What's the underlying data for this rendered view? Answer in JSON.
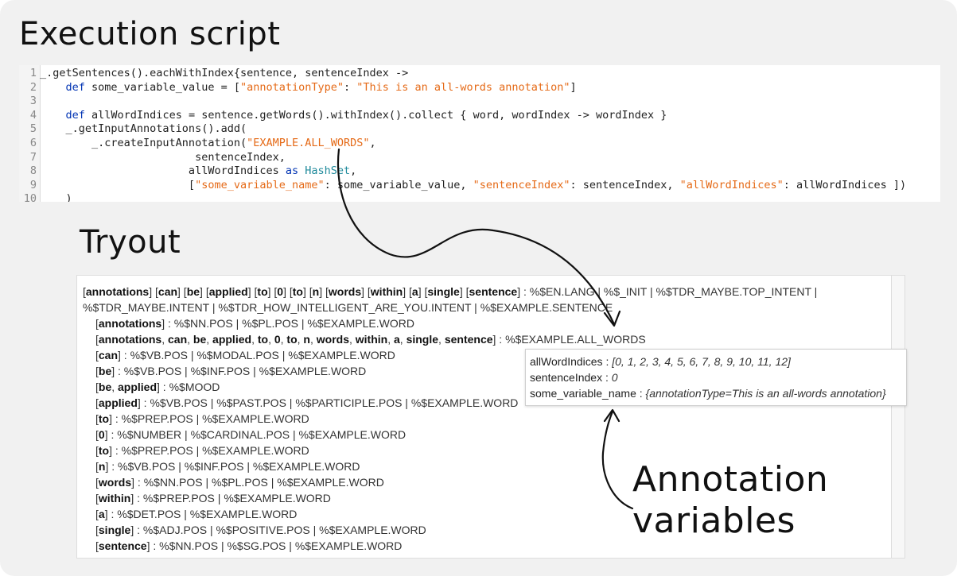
{
  "titles": {
    "execution": "Execution script",
    "tryout": "Tryout",
    "annotation_line1": "Annotation",
    "annotation_line2": "variables"
  },
  "code": {
    "line_numbers": [
      "1",
      "2",
      "3",
      "4",
      "5",
      "6",
      "7",
      "8",
      "9",
      "10"
    ],
    "lines": [
      [
        {
          "t": "_.getSentences().eachWithIndex{sentence, sentenceIndex ->",
          "c": ""
        }
      ],
      [
        {
          "t": "    ",
          "c": ""
        },
        {
          "t": "def",
          "c": "kw"
        },
        {
          "t": " some_variable_value = [",
          "c": ""
        },
        {
          "t": "\"annotationType\"",
          "c": "str"
        },
        {
          "t": ": ",
          "c": ""
        },
        {
          "t": "\"This is an all-words annotation\"",
          "c": "str"
        },
        {
          "t": "]",
          "c": ""
        }
      ],
      [
        {
          "t": "",
          "c": ""
        }
      ],
      [
        {
          "t": "    ",
          "c": ""
        },
        {
          "t": "def",
          "c": "kw"
        },
        {
          "t": " allWordIndices = sentence.getWords().withIndex().collect { word, wordIndex -> wordIndex }",
          "c": ""
        }
      ],
      [
        {
          "t": "    _.getInputAnnotations().add(",
          "c": ""
        }
      ],
      [
        {
          "t": "        _.createInputAnnotation(",
          "c": ""
        },
        {
          "t": "\"EXAMPLE.ALL_WORDS\"",
          "c": "str"
        },
        {
          "t": ",",
          "c": ""
        }
      ],
      [
        {
          "t": "                        sentenceIndex,",
          "c": ""
        }
      ],
      [
        {
          "t": "                       allWordIndices ",
          "c": ""
        },
        {
          "t": "as",
          "c": "kw"
        },
        {
          "t": " ",
          "c": ""
        },
        {
          "t": "HashSet",
          "c": "cls"
        },
        {
          "t": ",",
          "c": ""
        }
      ],
      [
        {
          "t": "                       [",
          "c": ""
        },
        {
          "t": "\"some_variable_name\"",
          "c": "str"
        },
        {
          "t": ": some_variable_value, ",
          "c": ""
        },
        {
          "t": "\"sentenceIndex\"",
          "c": "str"
        },
        {
          "t": ": sentenceIndex, ",
          "c": ""
        },
        {
          "t": "\"allWordIndices\"",
          "c": "str"
        },
        {
          "t": ": allWordIndices ])",
          "c": ""
        }
      ],
      [
        {
          "t": "    )",
          "c": ""
        }
      ]
    ]
  },
  "tryout": {
    "lines": [
      {
        "indent": 0,
        "bold": "[annotations] [can] [be] [applied] [to] [0] [to] [n] [words] [within] [a] [single] [sentence]",
        "sep": " :   ",
        "rest": "%$EN.LANG  |  %$_INIT  |  %$TDR_MAYBE.TOP_INTENT  |"
      },
      {
        "indent": 0,
        "bold": "",
        "sep": "",
        "rest": "%$TDR_MAYBE.INTENT  |  %$TDR_HOW_INTELLIGENT_ARE_YOU.INTENT  |  %$EXAMPLE.SENTENCE"
      },
      {
        "indent": 1,
        "bold": "[annotations]",
        "sep": " :   ",
        "rest": "%$NN.POS  |  %$PL.POS  |  %$EXAMPLE.WORD"
      },
      {
        "indent": 1,
        "bold": "[annotations, can, be, applied, to, 0, to, n, words, within, a, single, sentence]",
        "sep": " :   ",
        "rest": "%$EXAMPLE.ALL_WORDS"
      },
      {
        "indent": 1,
        "bold": "[can]",
        "sep": " :   ",
        "rest": "%$VB.POS  |  %$MODAL.POS  |  %$EXAMPLE.WORD"
      },
      {
        "indent": 1,
        "bold": "[be]",
        "sep": " :   ",
        "rest": "%$VB.POS  |  %$INF.POS  |  %$EXAMPLE.WORD"
      },
      {
        "indent": 1,
        "bold": "[be, applied]",
        "sep": " :   ",
        "rest": "%$MOOD"
      },
      {
        "indent": 1,
        "bold": "[applied]",
        "sep": " :   ",
        "rest": "%$VB.POS  |  %$PAST.POS  |  %$PARTICIPLE.POS  |  %$EXAMPLE.WORD"
      },
      {
        "indent": 1,
        "bold": "[to]",
        "sep": " :   ",
        "rest": "%$PREP.POS  |  %$EXAMPLE.WORD"
      },
      {
        "indent": 1,
        "bold": "[0]",
        "sep": " :   ",
        "rest": "%$NUMBER  |  %$CARDINAL.POS  |  %$EXAMPLE.WORD"
      },
      {
        "indent": 1,
        "bold": "[to]",
        "sep": " :   ",
        "rest": "%$PREP.POS  |  %$EXAMPLE.WORD"
      },
      {
        "indent": 1,
        "bold": "[n]",
        "sep": " :   ",
        "rest": "%$VB.POS  |  %$INF.POS  |  %$EXAMPLE.WORD"
      },
      {
        "indent": 1,
        "bold": "[words]",
        "sep": " :   ",
        "rest": "%$NN.POS  |  %$PL.POS  |  %$EXAMPLE.WORD"
      },
      {
        "indent": 1,
        "bold": "[within]",
        "sep": " :   ",
        "rest": "%$PREP.POS  |  %$EXAMPLE.WORD"
      },
      {
        "indent": 1,
        "bold": "[a]",
        "sep": " :   ",
        "rest": "%$DET.POS  |  %$EXAMPLE.WORD"
      },
      {
        "indent": 1,
        "bold": "[single]",
        "sep": " :   ",
        "rest": "%$ADJ.POS  |  %$POSITIVE.POS  |  %$EXAMPLE.WORD"
      },
      {
        "indent": 1,
        "bold": "[sentence]",
        "sep": " :   ",
        "rest": "%$NN.POS  |  %$SG.POS  |  %$EXAMPLE.WORD"
      }
    ]
  },
  "tooltip": {
    "rows": [
      {
        "key": "allWordIndices",
        "value": "[0, 1, 2, 3, 4, 5, 6, 7, 8, 9, 10, 11, 12]"
      },
      {
        "key": "sentenceIndex",
        "value": "0"
      },
      {
        "key": "some_variable_name",
        "value": "{annotationType=This is an all-words annotation}"
      }
    ]
  },
  "colors": {
    "keyword": "#0033b3",
    "string": "#e56a17",
    "class": "#1f8a9b",
    "background": "#f1f1f1"
  }
}
